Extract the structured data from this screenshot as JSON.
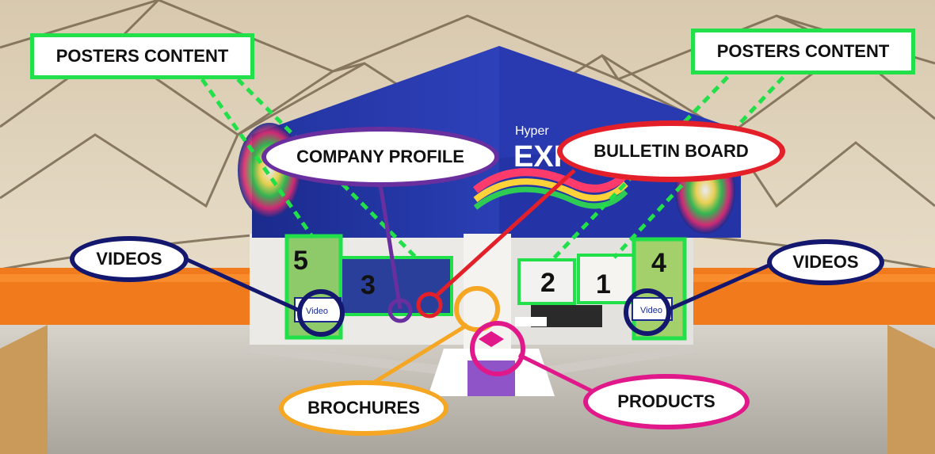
{
  "callouts": {
    "posters_left": "POSTERS CONTENT",
    "posters_right": "POSTERS CONTENT",
    "company_profile": "COMPANY PROFILE",
    "bulletin_board": "BULLETIN BOARD",
    "videos_left": "VIDEOS",
    "videos_right": "VIDEOS",
    "brochures": "BROCHURES",
    "products": "PRODUCTS"
  },
  "poster_numbers": [
    "1",
    "2",
    "3",
    "4",
    "5"
  ],
  "booth_signage": {
    "brand_top": "Hyper",
    "brand_main": "EXPO",
    "video_screen": "Video"
  },
  "colors": {
    "posters_outline": "#22e04a",
    "company_profile": "#6a2f9e",
    "bulletin_board": "#e3202a",
    "videos": "#14176e",
    "brochures": "#f5a623",
    "products": "#e0188a",
    "floor_orange": "#f07a1c",
    "booth_blue": "#1f2f9e"
  }
}
